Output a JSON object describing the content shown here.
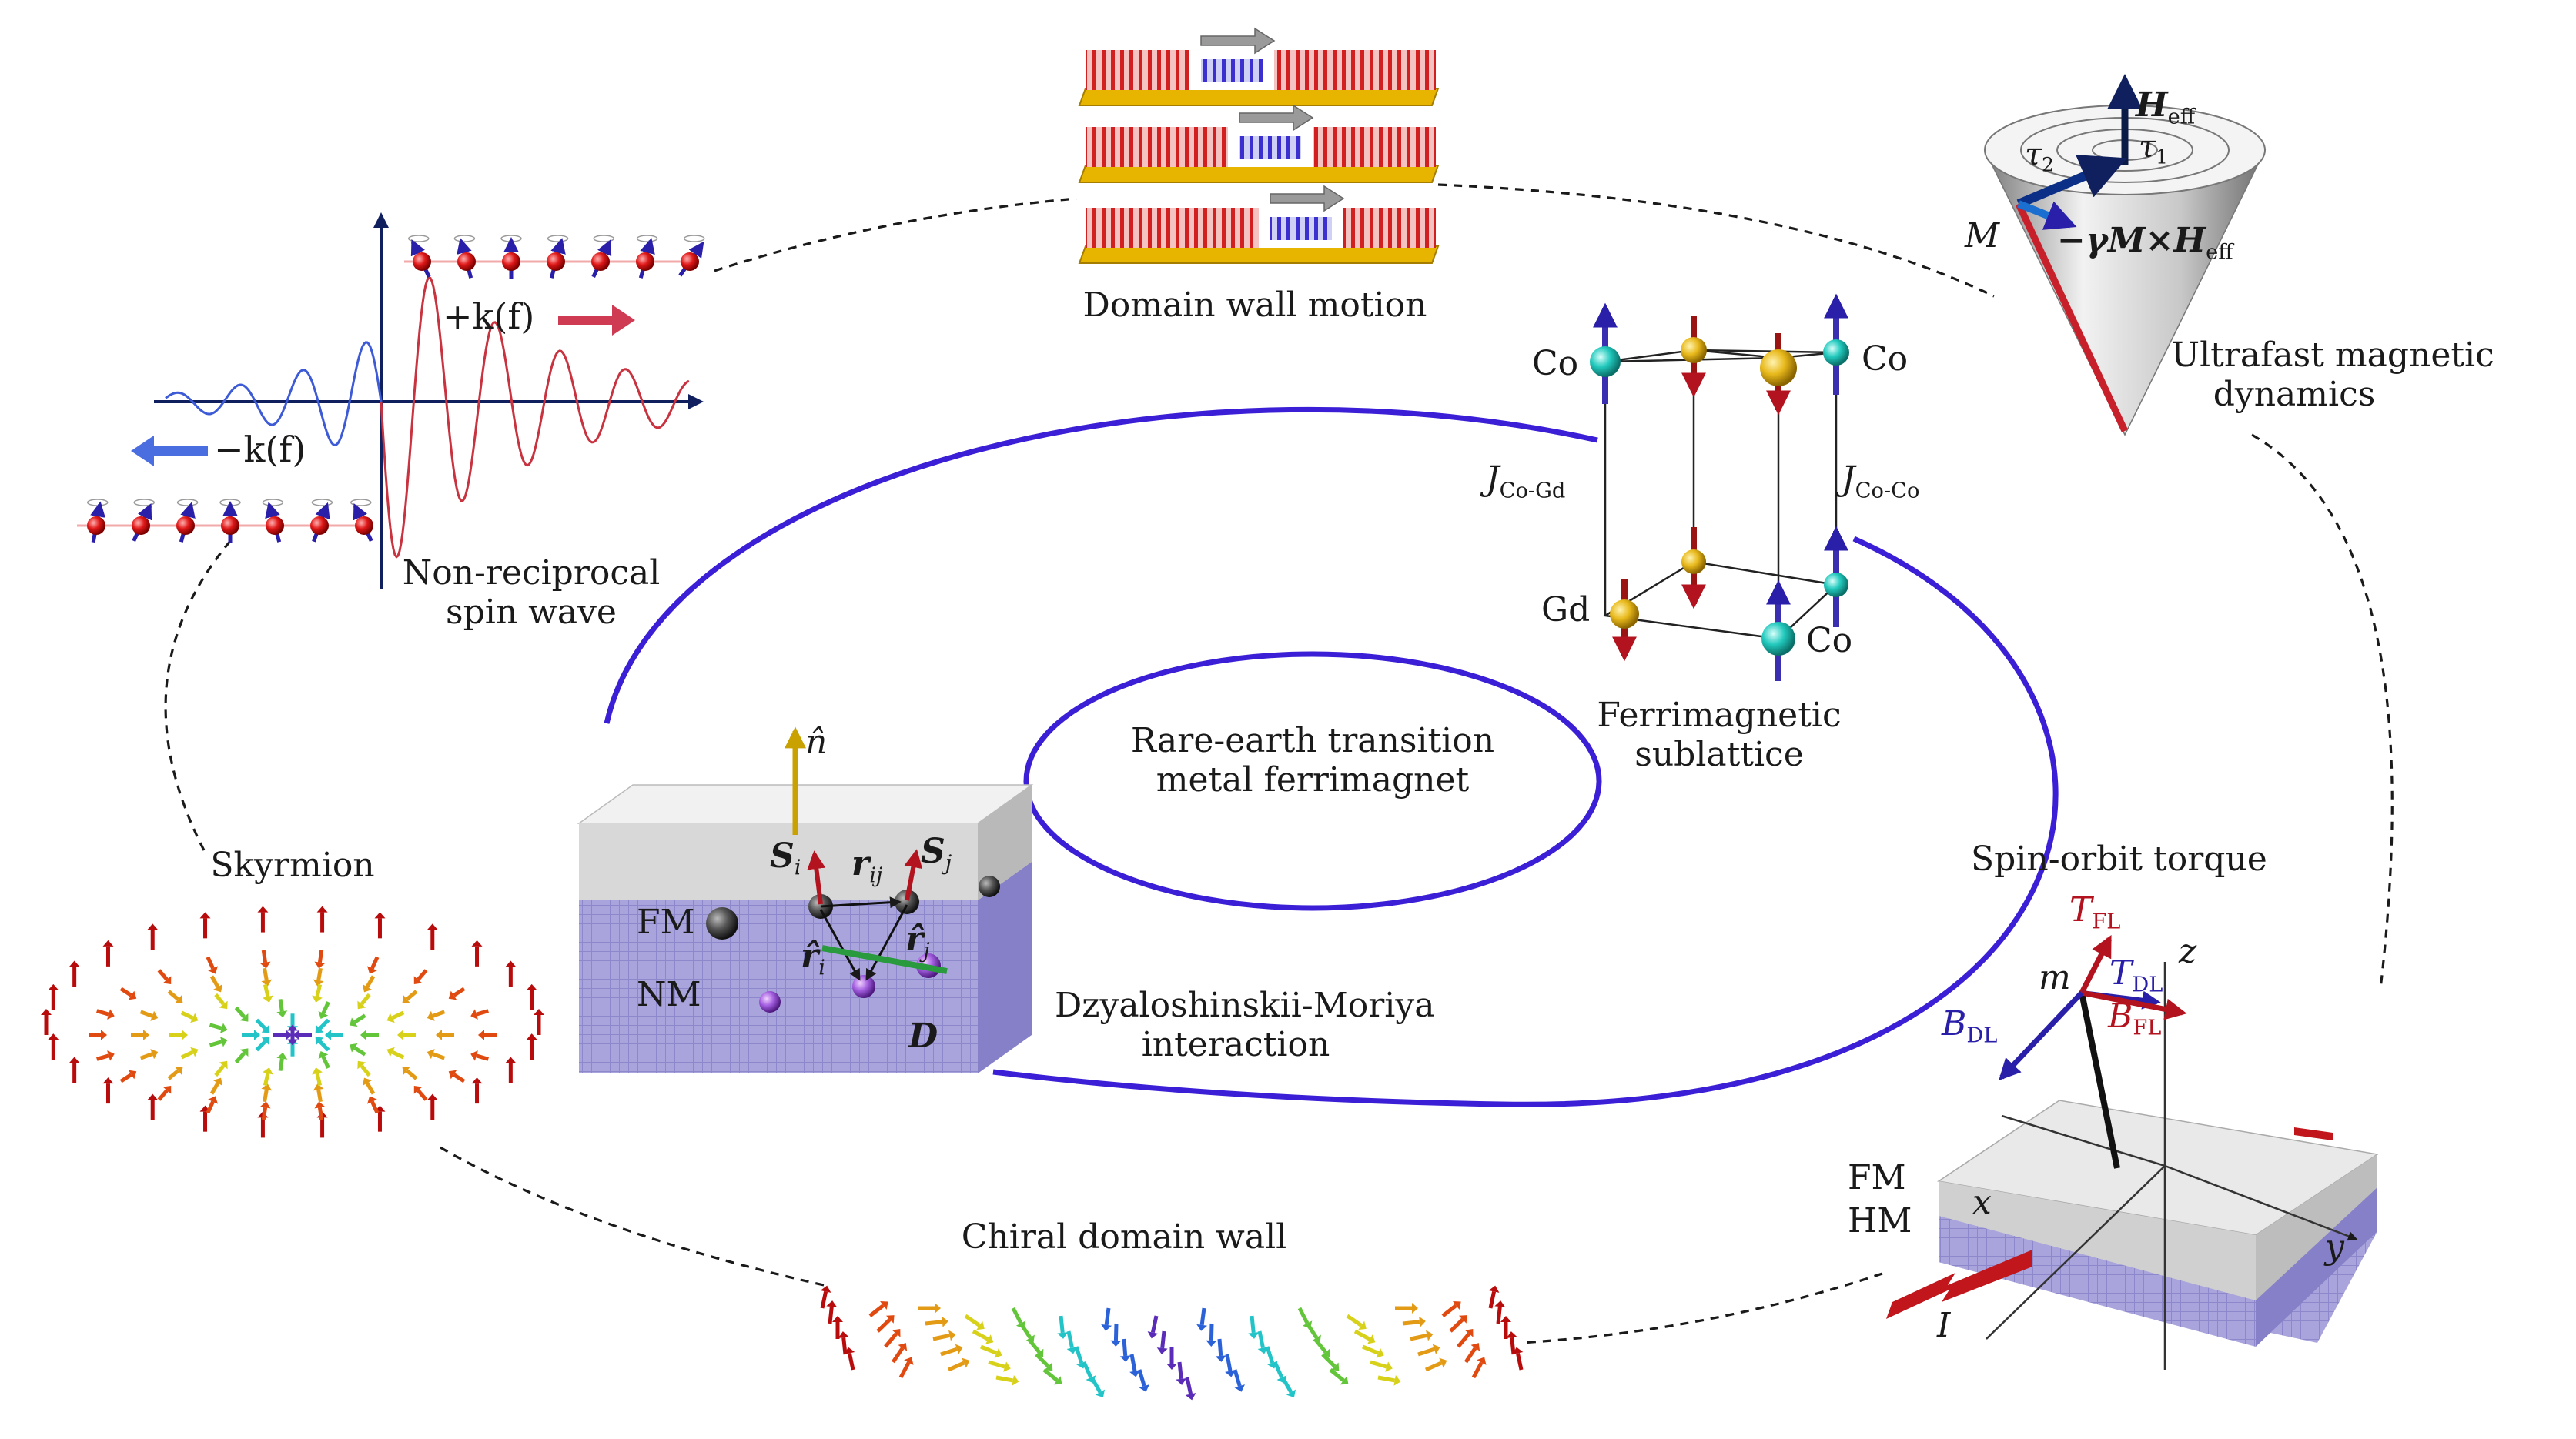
{
  "center": {
    "line1": "Rare-earth transition",
    "line2": "metal ferrimagnet"
  },
  "dmi": {
    "line1": "Dzyaloshinskii-Moriya",
    "line2": "interaction",
    "labels": {
      "n": "n̂",
      "si": "S",
      "si_sub": "i",
      "sj": "S",
      "sj_sub": "j",
      "rij": "r",
      "rij_sub": "ij",
      "ri": "r̂",
      "ri_sub": "i",
      "rj": "r̂",
      "rj_sub": "j",
      "fm": "FM",
      "nm": "NM",
      "d": "D"
    }
  },
  "ferri": {
    "line1": "Ferrimagnetic",
    "line2": "sublattice",
    "labels": {
      "co": "Co",
      "gd": "Gd",
      "jcogd_main": "J",
      "jcogd_sub": "Co-Gd",
      "jcoco_main": "J",
      "jcoco_sub": "Co-Co"
    }
  },
  "dwm": {
    "label": "Domain wall motion"
  },
  "ufd": {
    "line1": "Ultrafast magnetic",
    "line2": "dynamics",
    "labels": {
      "heff": "H",
      "heff_sub": "eff",
      "tau1": "τ",
      "tau1_sub": "1",
      "tau2": "τ",
      "tau2_sub": "2",
      "m": "M",
      "torque": "−γM×H",
      "torque_sub": "eff"
    }
  },
  "spinwave": {
    "line1": "Non-reciprocal",
    "line2": "spin wave",
    "kplus": "+k(f)",
    "kminus": "−k(f)"
  },
  "skyrmion": {
    "label": "Skyrmion"
  },
  "chiral": {
    "label": "Chiral domain wall"
  },
  "sot": {
    "label": "Spin-orbit torque",
    "labels": {
      "tfl": "T",
      "tfl_sub": "FL",
      "tdl": "T",
      "tdl_sub": "DL",
      "bfl": "B",
      "bfl_sub": "FL",
      "bdl": "B",
      "bdl_sub": "DL",
      "m": "m",
      "z": "z",
      "x": "x",
      "y": "y",
      "fm": "FM",
      "hm": "HM",
      "i": "I"
    }
  },
  "colors": {
    "ring": "#3a1fd6",
    "red": "#b3131e",
    "blue": "#2a1fa8",
    "gold": "#e0b400",
    "cyan": "#1fc4b8",
    "gray": "#d9d9d9",
    "purple": "#8c88c9"
  }
}
